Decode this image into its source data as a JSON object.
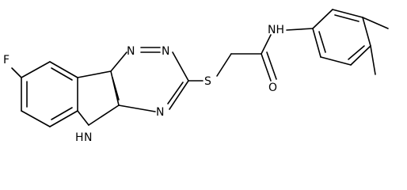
{
  "molecule": {
    "atoms": {
      "fluorine": "F",
      "triazine_n1": "N",
      "triazine_n2": "N",
      "triazine_n3": "N",
      "indole_nh": "H",
      "indole_n": "N",
      "thioether_s": "S",
      "amide_o": "O",
      "amide_nh": "NH"
    }
  }
}
